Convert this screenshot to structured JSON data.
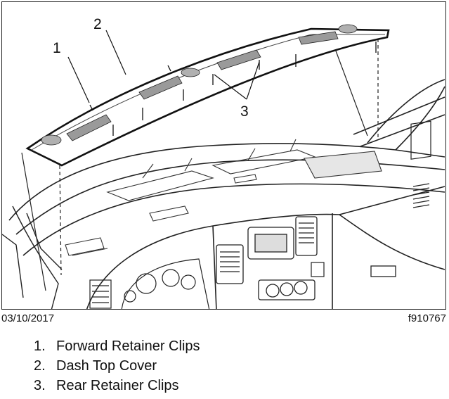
{
  "figure": {
    "callouts": {
      "c1": "1",
      "c2": "2",
      "c3": "3"
    }
  },
  "meta": {
    "date": "03/10/2017",
    "figure_id": "f910767"
  },
  "legend": {
    "items": [
      {
        "num": "1.",
        "label": "Forward Retainer Clips"
      },
      {
        "num": "2.",
        "label": "Dash Top Cover"
      },
      {
        "num": "3.",
        "label": "Rear Retainer Clips"
      }
    ]
  }
}
